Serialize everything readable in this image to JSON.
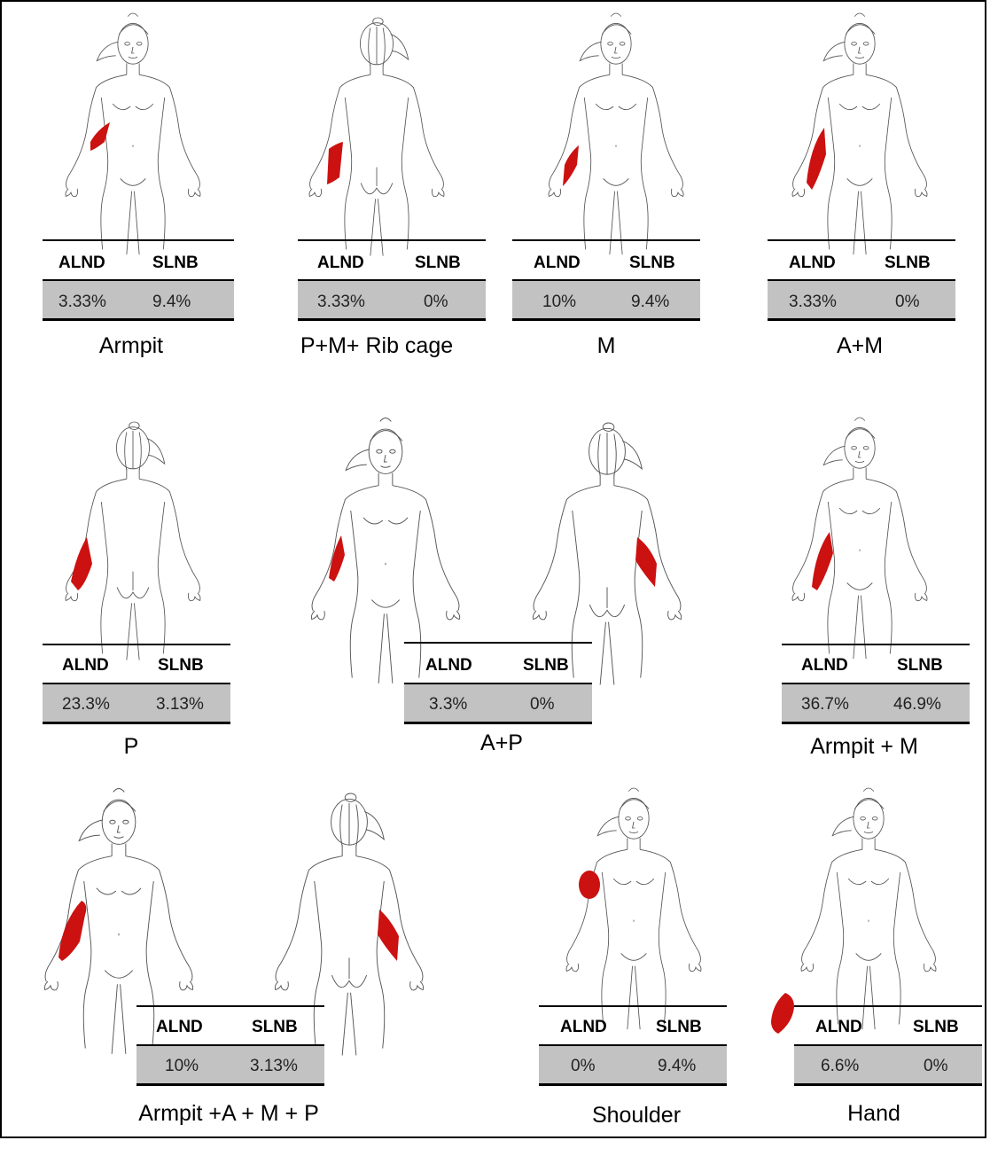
{
  "colors": {
    "highlight": "#cc1111",
    "table_fill": "#c2c2c2",
    "line": "#000000"
  },
  "headers": {
    "alnd": "ALND",
    "slnb": "SLNB"
  },
  "panels": [
    {
      "caption": "Armpit",
      "alnd": "3.33%",
      "slnb": "9.4%"
    },
    {
      "caption": "P+M+ Rib cage",
      "alnd": "3.33%",
      "slnb": "0%"
    },
    {
      "caption": "M",
      "alnd": "10%",
      "slnb": "9.4%"
    },
    {
      "caption": "A+M",
      "alnd": "3.33%",
      "slnb": "0%"
    },
    {
      "caption": "P",
      "alnd": "23.3%",
      "slnb": "3.13%"
    },
    {
      "caption": "A+P",
      "alnd": "3.3%",
      "slnb": "0%"
    },
    {
      "caption": "Armpit + M",
      "alnd": "36.7%",
      "slnb": "46.9%"
    },
    {
      "caption": "Armpit +A + M + P",
      "alnd": "10%",
      "slnb": "3.13%"
    },
    {
      "caption": "Shoulder",
      "alnd": "0%",
      "slnb": "9.4%"
    },
    {
      "caption": "Hand",
      "alnd": "6.6%",
      "slnb": "0%"
    }
  ]
}
